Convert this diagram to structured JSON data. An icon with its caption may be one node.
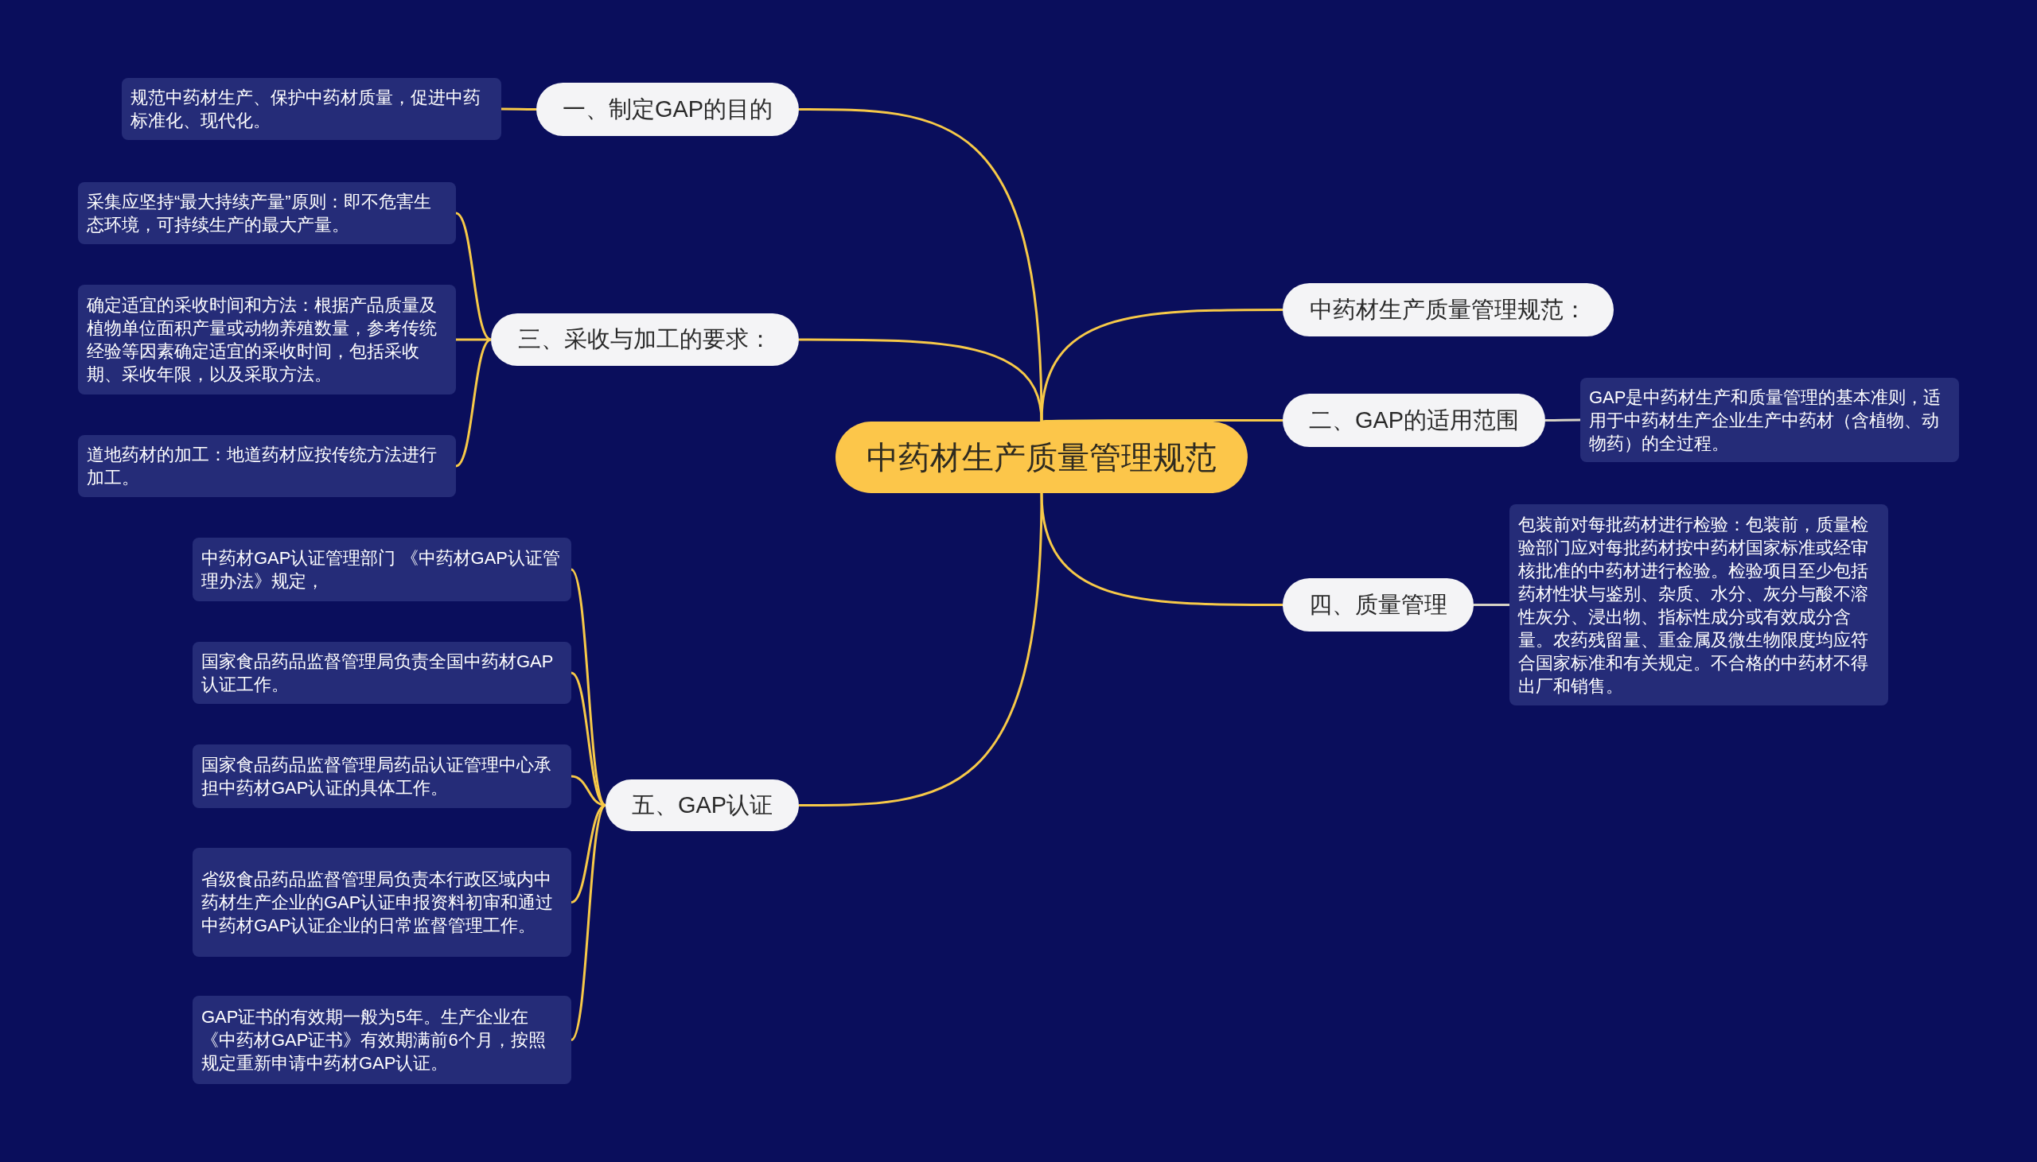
{
  "diagram": {
    "nodes": [
      {
        "text": [
          "中药材生产质量管理规范"
        ]
      },
      {
        "text": [
          "一、制定GAP的目的"
        ]
      },
      {
        "text": [
          "规范中药材生产、保护中药材质量，促进中药标准化、现代化。"
        ]
      },
      {
        "text": [
          "三、采收与加工的要求："
        ]
      },
      {
        "text": [
          "采集应坚持“最大持续产量”原则：即不危害生态环境，可持续生产的最大产量。"
        ]
      },
      {
        "text": [
          "确定适宜的采收时间和方法：根据产品质量及植物单位面积产量或动物养殖数量，参考传统经验等因素确定适宜的采收时间，包括采收期、采收年限，以及采取方法。"
        ]
      },
      {
        "text": [
          "道地药材的加工：地道药材应按传统方法进行加工。"
        ]
      },
      {
        "text": [
          "五、GAP认证"
        ]
      },
      {
        "text": [
          "中药材GAP认证管理部门 《中药材GAP认证管理办法》规定，"
        ]
      },
      {
        "text": [
          "国家食品药品监督管理局负责全国中药材GAP认证工作。"
        ]
      },
      {
        "text": [
          "国家食品药品监督管理局药品认证管理中心承担中药材GAP认证的具体工作。"
        ]
      },
      {
        "text": [
          "省级食品药品监督管理局负责本行政区域内中药材生产企业的GAP认证申报资料初审和通过中药材GAP认证企业的日常监督管理工作。"
        ]
      },
      {
        "text": [
          "GAP证书的有效期一般为5年。生产企业在《中药材GAP证书》有效期满前6个月，按照规定重新申请中药材GAP认证。"
        ]
      },
      {
        "text": [
          "中药材生产质量管理规范："
        ]
      },
      {
        "text": [
          "二、GAP的适用范围"
        ]
      },
      {
        "text": [
          "GAP是中药材生产和质量管理的基本准则，适用于中药材生产企业生产中药材（含植物、动物药）的全过程。"
        ]
      },
      {
        "text": [
          "四、质量管理"
        ]
      },
      {
        "text": [
          "包装前对每批药材进行检验：包装前，质量检验部门应对每批药材按中药材国家标准或经审核批准的中药材进行检验。检验项目至少包括药材性状与鉴别、杂质、水分、灰分与酸不溶性灰分、浸出物、指标性成分或有效成分含量。农药残留量、重金属及微生物限度均应符合国家标准和有关规定。不合格的中药材不得出厂和销售。"
        ]
      }
    ],
    "edges": [
      {
        "from": 0,
        "to": 1,
        "arrow": "none"
      },
      {
        "from": 1,
        "to": 2,
        "arrow": "none"
      },
      {
        "from": 0,
        "to": 3,
        "arrow": "none"
      },
      {
        "from": 3,
        "to": 4,
        "arrow": "none"
      },
      {
        "from": 3,
        "to": 5,
        "arrow": "none"
      },
      {
        "from": 3,
        "to": 6,
        "arrow": "none"
      },
      {
        "from": 0,
        "to": 7,
        "arrow": "none"
      },
      {
        "from": 7,
        "to": 8,
        "arrow": "none"
      },
      {
        "from": 7,
        "to": 9,
        "arrow": "none"
      },
      {
        "from": 7,
        "to": 10,
        "arrow": "none"
      },
      {
        "from": 7,
        "to": 11,
        "arrow": "none"
      },
      {
        "from": 7,
        "to": 12,
        "arrow": "none"
      },
      {
        "from": 0,
        "to": 13,
        "arrow": "none"
      },
      {
        "from": 0,
        "to": 14,
        "arrow": "none"
      },
      {
        "from": 14,
        "to": 15,
        "arrow": "none",
        "color": "#d6d2c4"
      },
      {
        "from": 0,
        "to": 16,
        "arrow": "none"
      },
      {
        "from": 16,
        "to": 17,
        "arrow": "none",
        "color": "#d6d2c4"
      }
    ]
  }
}
